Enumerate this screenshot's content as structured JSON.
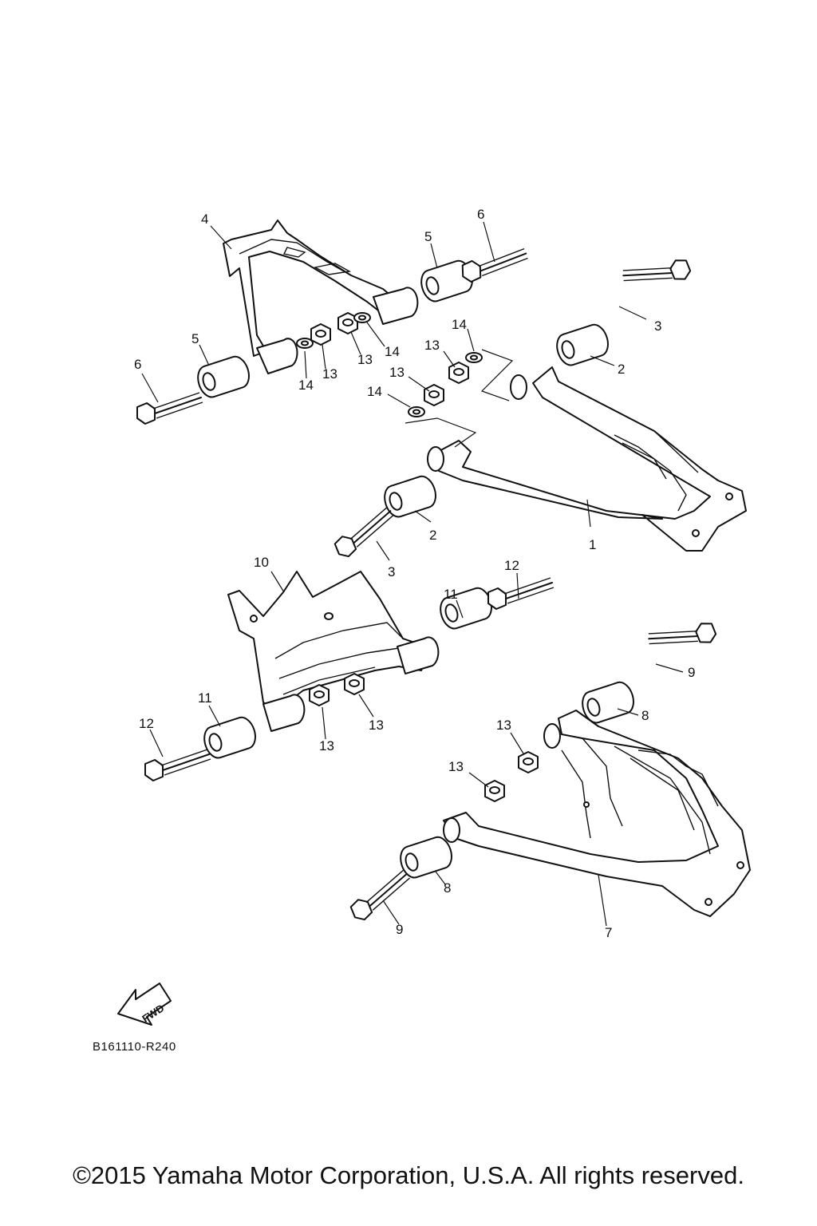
{
  "diagram": {
    "callouts": [
      "1",
      "2",
      "2",
      "3",
      "3",
      "4",
      "5",
      "5",
      "6",
      "6",
      "7",
      "8",
      "8",
      "9",
      "9",
      "10",
      "11",
      "11",
      "12",
      "12",
      "13",
      "13",
      "13",
      "13",
      "13",
      "13",
      "13",
      "14",
      "14",
      "14",
      "14"
    ],
    "fwd_label": "FWD",
    "drawing_code": "B161110-R240"
  },
  "footer": {
    "copyright": "©2015 Yamaha Motor Corporation, U.S.A. All rights reserved."
  }
}
